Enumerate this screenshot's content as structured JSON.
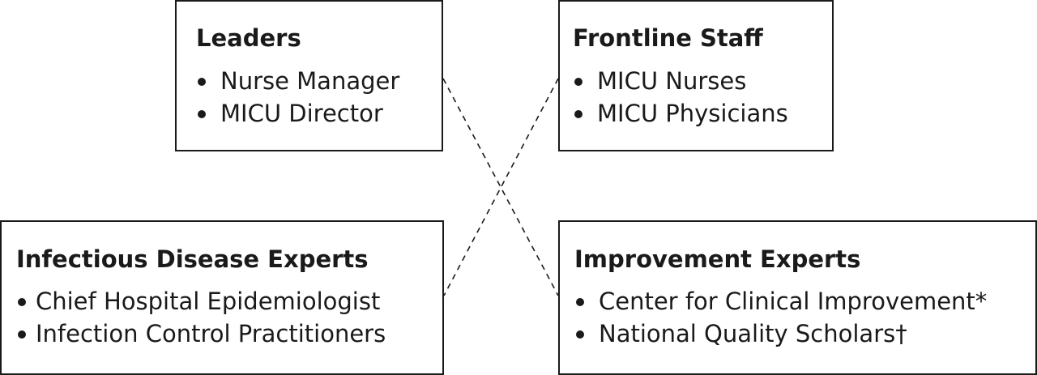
{
  "boxes": {
    "leaders": {
      "title": "Leaders",
      "items": [
        "Nurse Manager",
        "MICU Director"
      ]
    },
    "frontline": {
      "title": "Frontline Staff",
      "items": [
        "MICU Nurses",
        "MICU Physicians"
      ]
    },
    "infectious": {
      "title": "Infectious Disease Experts",
      "items": [
        "Chief Hospital Epidemiologist",
        "Infection Control Practitioners"
      ]
    },
    "improvement": {
      "title": "Improvement Experts",
      "items": [
        "Center for Clinical Improvement*",
        "National Quality Scholars†"
      ]
    }
  },
  "connectors": {
    "style": "dashed",
    "color": "#1a1a1a",
    "links": [
      {
        "from": "leaders",
        "to": "improvement"
      },
      {
        "from": "frontline",
        "to": "infectious"
      }
    ]
  }
}
